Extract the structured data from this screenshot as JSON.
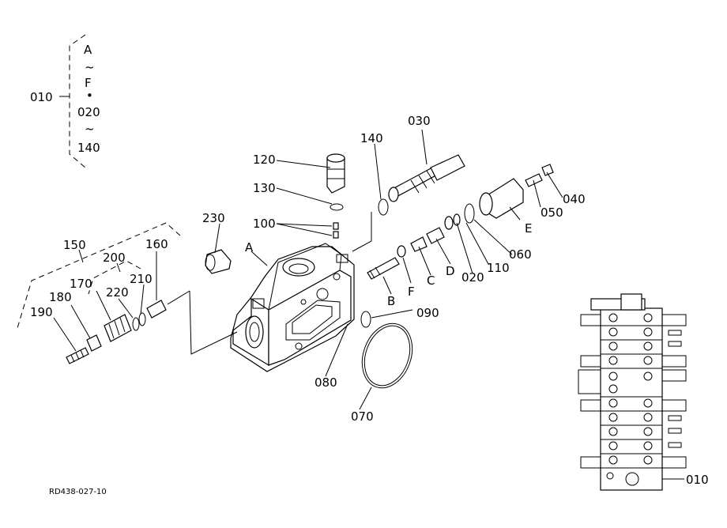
{
  "legend": {
    "ref": "010",
    "lines": [
      "A",
      "~",
      "F",
      "•",
      "020",
      "~",
      "140"
    ]
  },
  "callouts": {
    "p010": "010",
    "p020": "020",
    "p030": "030",
    "p040": "040",
    "p050": "050",
    "p060": "060",
    "p070": "070",
    "p080": "080",
    "p090": "090",
    "p100": "100",
    "p110": "110",
    "p120": "120",
    "p130": "130",
    "p140": "140",
    "p150": "150",
    "p160": "160",
    "p170": "170",
    "p180": "180",
    "p190": "190",
    "p200": "200",
    "p210": "210",
    "p220": "220",
    "p230": "230",
    "A": "A",
    "B": "B",
    "C": "C",
    "D": "D",
    "E": "E",
    "F": "F"
  },
  "footer": {
    "code": "RD438-027-10"
  }
}
